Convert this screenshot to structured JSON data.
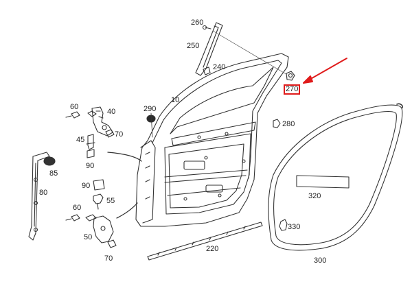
{
  "diagram": {
    "highlight_color": "#e01b1b",
    "callouts": [
      {
        "id": "260",
        "label": "260"
      },
      {
        "id": "250",
        "label": "250"
      },
      {
        "id": "240",
        "label": "240"
      },
      {
        "id": "270",
        "label": "270",
        "highlighted": true
      },
      {
        "id": "10",
        "label": "10"
      },
      {
        "id": "290",
        "label": "290"
      },
      {
        "id": "60a",
        "label": "60"
      },
      {
        "id": "40",
        "label": "40"
      },
      {
        "id": "45",
        "label": "45"
      },
      {
        "id": "70a",
        "label": "70"
      },
      {
        "id": "90a",
        "label": "90"
      },
      {
        "id": "85",
        "label": "85"
      },
      {
        "id": "80",
        "label": "80"
      },
      {
        "id": "90b",
        "label": "90"
      },
      {
        "id": "55",
        "label": "55"
      },
      {
        "id": "60b",
        "label": "60"
      },
      {
        "id": "50",
        "label": "50"
      },
      {
        "id": "70b",
        "label": "70"
      },
      {
        "id": "280",
        "label": "280"
      },
      {
        "id": "320",
        "label": "320"
      },
      {
        "id": "330",
        "label": "330"
      },
      {
        "id": "220",
        "label": "220"
      },
      {
        "id": "300",
        "label": "300"
      }
    ]
  }
}
